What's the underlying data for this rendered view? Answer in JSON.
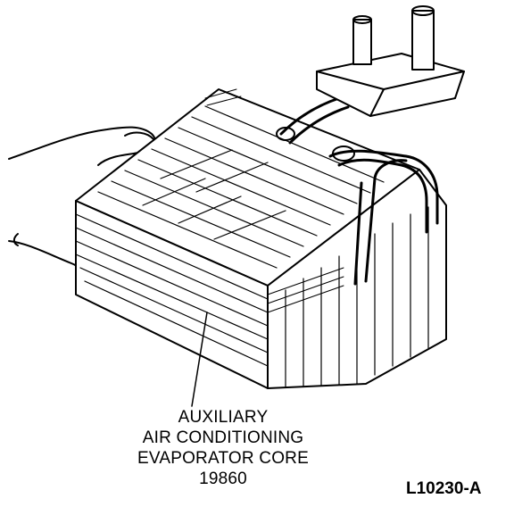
{
  "callout": {
    "line1": "AUXILIARY",
    "line2": "AIR CONDITIONING",
    "line3": "EVAPORATOR CORE",
    "line4": "19860"
  },
  "figure_id": "L10230-A",
  "colors": {
    "ink": "#000000",
    "paper": "#ffffff"
  }
}
